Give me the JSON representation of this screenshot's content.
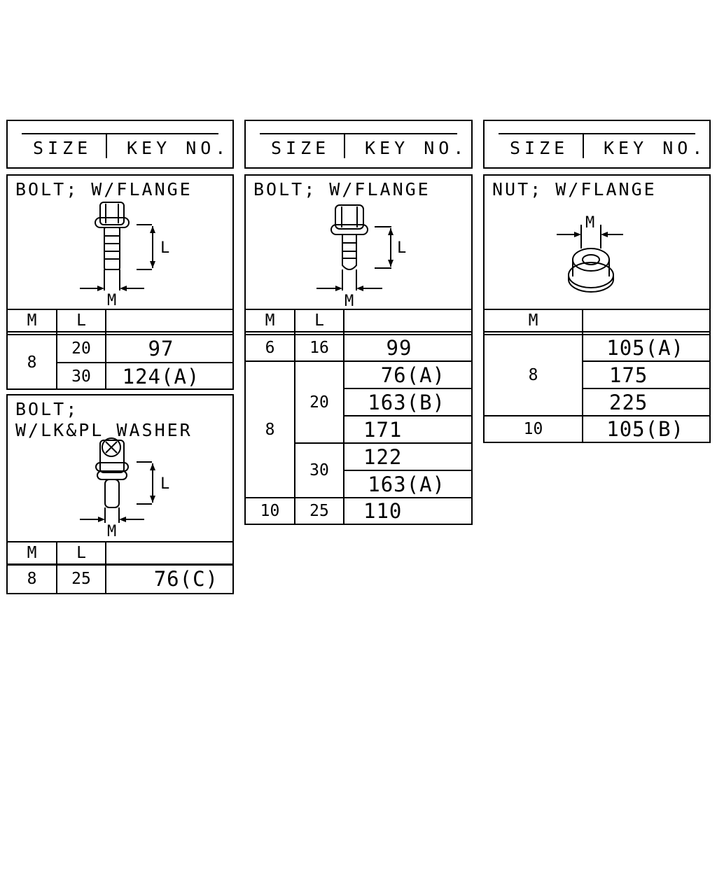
{
  "header": {
    "size_label": "SIZE",
    "key_label": "KEY NO."
  },
  "panel_a": {
    "title": "BOLT; W/FLANGE",
    "dim_l": "L",
    "dim_m": "M",
    "col_m": "M",
    "col_l": "L",
    "rows": [
      {
        "m": "8",
        "l": "20",
        "key": "97"
      },
      {
        "m": "8",
        "l": "30",
        "key": "124(A)"
      }
    ]
  },
  "panel_b": {
    "title_line1": "BOLT;",
    "title_line2": "W/LK&PL WASHER",
    "dim_l": "L",
    "dim_m": "M",
    "col_m": "M",
    "col_l": "L",
    "rows": [
      {
        "m": "8",
        "l": "25",
        "key": "76(C)"
      }
    ]
  },
  "panel_c": {
    "title": "BOLT; W/FLANGE",
    "dim_l": "L",
    "dim_m": "M",
    "col_m": "M",
    "col_l": "L",
    "rows": [
      {
        "m": "6",
        "l": "16",
        "key": "99"
      },
      {
        "m": "8",
        "l": "20",
        "key": "76(A)"
      },
      {
        "m": "8",
        "l": "20",
        "key": "163(B)"
      },
      {
        "m": "8",
        "l": "20",
        "key": "171"
      },
      {
        "m": "8",
        "l": "30",
        "key": "122"
      },
      {
        "m": "8",
        "l": "30",
        "key": "163(A)"
      },
      {
        "m": "10",
        "l": "25",
        "key": "110"
      }
    ]
  },
  "panel_d": {
    "title": "NUT; W/FLANGE",
    "dim_m": "M",
    "col_m": "M",
    "rows": [
      {
        "m": "8",
        "key": "105(A)"
      },
      {
        "m": "8",
        "key": "175"
      },
      {
        "m": "8",
        "key": "225"
      },
      {
        "m": "10",
        "key": "105(B)"
      }
    ]
  }
}
